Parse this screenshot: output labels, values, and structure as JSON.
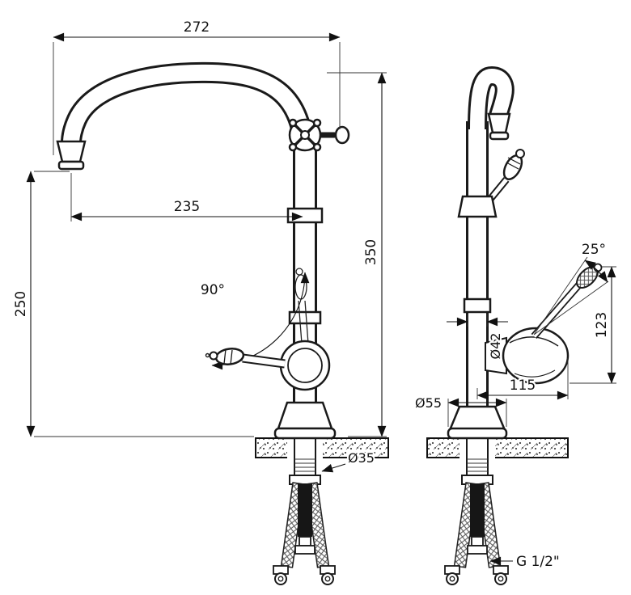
{
  "drawing": {
    "type": "faucet-installation-technical-drawing",
    "views": [
      "front",
      "side"
    ]
  },
  "dims": {
    "width_overall": "272",
    "spout_reach": "235",
    "spout_height": "250",
    "total_height": "350",
    "lever_swing_front": "90°",
    "lever_swing_side": "25°",
    "lever_height": "123",
    "body_diameter": "Ø42",
    "depth": "115",
    "base_diameter": "Ø55",
    "hole_diameter": "Ø35",
    "thread_size": "G 1/2\""
  },
  "colors": {
    "line": "#1a1a1a",
    "hose_dark": "#161616",
    "background": "#ffffff"
  }
}
